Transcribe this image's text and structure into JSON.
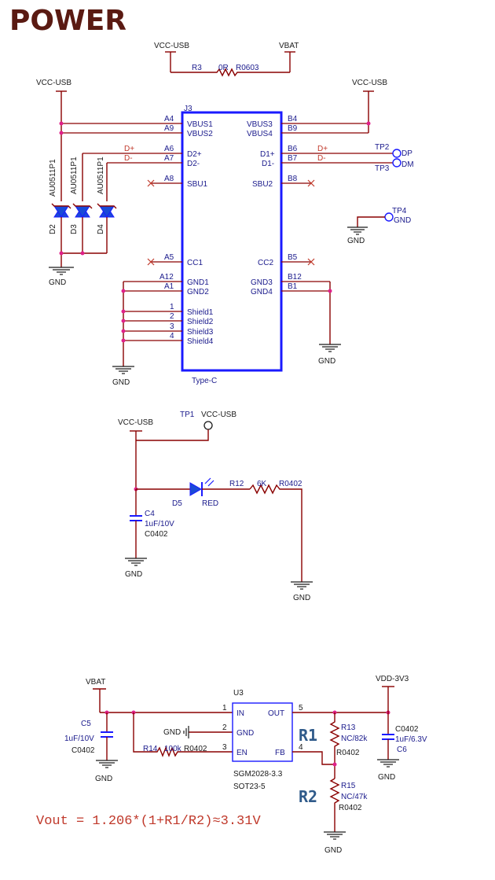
{
  "page": {
    "title": "POWER",
    "formula": "Vout = 1.206*(1+R1/R2)≈3.31V",
    "r1_callout": "R1",
    "r2_callout": "R2"
  },
  "nets": {
    "vcc_usb": "VCC-USB",
    "vbat": "VBAT",
    "gnd": "GND",
    "vdd_3v3": "VDD-3V3",
    "d_plus": "D+",
    "d_minus": "D-"
  },
  "r3": {
    "ref": "R3",
    "value": "0R",
    "package": "R0603"
  },
  "j3": {
    "ref": "J3",
    "type": "Type-C",
    "left_pins": [
      {
        "num": "A4",
        "name": "VBUS1"
      },
      {
        "num": "A9",
        "name": "VBUS2"
      },
      {
        "num": "A6",
        "name": "D2+"
      },
      {
        "num": "A7",
        "name": "D2-"
      },
      {
        "num": "A8",
        "name": "SBU1"
      },
      {
        "num": "A5",
        "name": "CC1"
      },
      {
        "num": "A12",
        "name": "GND1"
      },
      {
        "num": "A1",
        "name": "GND2"
      },
      {
        "num": "1",
        "name": "Shield1"
      },
      {
        "num": "2",
        "name": "Shield2"
      },
      {
        "num": "3",
        "name": "Shield3"
      },
      {
        "num": "4",
        "name": "Shield4"
      }
    ],
    "right_pins": [
      {
        "num": "B4",
        "name": "VBUS3"
      },
      {
        "num": "B9",
        "name": "VBUS4"
      },
      {
        "num": "B6",
        "name": "D1+"
      },
      {
        "num": "B7",
        "name": "D1-"
      },
      {
        "num": "B8",
        "name": "SBU2"
      },
      {
        "num": "B5",
        "name": "CC2"
      },
      {
        "num": "B12",
        "name": "GND3"
      },
      {
        "num": "B1",
        "name": "GND4"
      }
    ]
  },
  "tvs": [
    {
      "ref": "D2",
      "part": "AU0511P1"
    },
    {
      "ref": "D3",
      "part": "AU0511P1"
    },
    {
      "ref": "D4",
      "part": "AU0511P1"
    }
  ],
  "test_points": [
    {
      "ref": "TP2",
      "net": "DP"
    },
    {
      "ref": "TP3",
      "net": "DM"
    },
    {
      "ref": "TP4",
      "net": "GND"
    },
    {
      "ref": "TP1",
      "net": "VCC-USB"
    }
  ],
  "led_circuit": {
    "d5": {
      "ref": "D5",
      "color": "RED"
    },
    "r12": {
      "ref": "R12",
      "value": "6K",
      "package": "R0402"
    },
    "c4": {
      "ref": "C4",
      "value": "1uF/10V",
      "package": "C0402"
    }
  },
  "ldo": {
    "u3": {
      "ref": "U3",
      "part": "SGM2028-3.3",
      "package": "SOT23-5"
    },
    "pins": [
      {
        "num": "1",
        "name": "IN"
      },
      {
        "num": "2",
        "name": "GND"
      },
      {
        "num": "3",
        "name": "EN"
      },
      {
        "num": "5",
        "name": "OUT"
      },
      {
        "num": "4",
        "name": "FB"
      }
    ],
    "c5": {
      "ref": "C5",
      "value": "1uF/10V",
      "package": "C0402"
    },
    "c6": {
      "ref": "C6",
      "value": "1uF/6.3V",
      "package": "C0402"
    },
    "r13": {
      "ref": "R13",
      "value": "NC/82k",
      "package": "R0402"
    },
    "r14": {
      "ref": "R14",
      "value": "100k",
      "package": "R0402"
    },
    "r15": {
      "ref": "R15",
      "value": "NC/47k",
      "package": "R0402"
    }
  }
}
